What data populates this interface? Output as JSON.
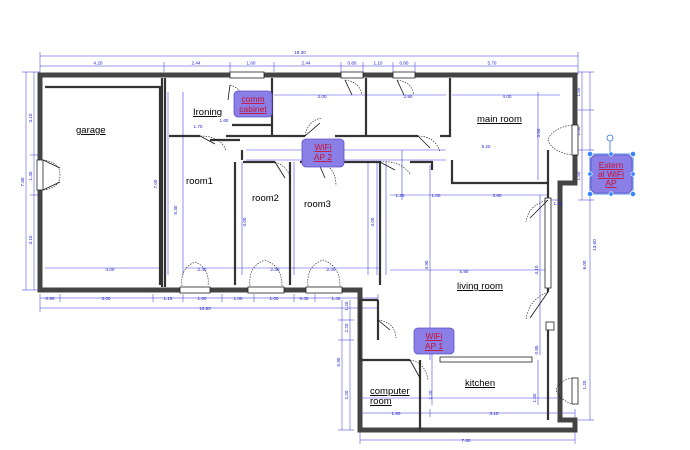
{
  "rooms": {
    "garage": "garage",
    "ironing": "Ironing",
    "room1": "room1",
    "room2": "room2",
    "room3": "room3",
    "main_room": "main room",
    "living_room": "living room",
    "kitchen": "kitchen",
    "computer_room_1": "computer",
    "computer_room_2": "room"
  },
  "badges": {
    "comm_cabinet_1": "comm",
    "comm_cabinet_2": "cabinet",
    "wifi_ap2_1": "WiFi",
    "wifi_ap2_2": "AP 2",
    "wifi_ap1_1": "WiFi",
    "wifi_ap1_2": "AP 1",
    "extern_1": "Extern",
    "extern_2": "al WiFi",
    "extern_3": "AP"
  },
  "dimensions": {
    "overall_width": "19.30",
    "top_garage": "4.20",
    "top_ironing": "2.44",
    "top_1": "1.60",
    "top_2": "2.44",
    "top_3": "0.80",
    "top_4": "1.10",
    "top_5": "0.80",
    "top_6": "5.70",
    "comm_depth": "3.00",
    "hall_1": "2.90",
    "main_room_w": "4.00",
    "corridor": "5.20",
    "side_1": "1.20",
    "side_2": "1.00",
    "side_3": "3.60",
    "room_width_1": "2.30",
    "room_width_2": "2.30",
    "room_width_3": "2.30",
    "living_w": "5.90",
    "bottom_0": "0.90",
    "bottom_1": "3.00",
    "bottom_2": "1.15",
    "bottom_3": "1.60",
    "bottom_4": "1.00",
    "bottom_5": "1.00",
    "bottom_6": "0.45",
    "bottom_7": "1.40",
    "bottom_total": "10.80",
    "garage_inner": "4.00",
    "kitchen_1": "1.80",
    "kitchen_2": "3.10",
    "kitchen_total": "7.80",
    "left_1": "3.10",
    "left_2": "1.40",
    "left_3": "3.10",
    "left_total": "7.80",
    "garage_h": "7.00",
    "room1_h": "5.30",
    "room2_h": "4.00",
    "room3_h": "4.00",
    "living_h": "4.90",
    "right_1": "1.55",
    "right_2": "1.40",
    "right_3": "1.50",
    "right_total": "13.00",
    "right_4": "6.00",
    "right_5": "1.20",
    "main_h": "3.50",
    "living_r": "4.10",
    "lower_1": "2.20",
    "lower_2": "1.20",
    "lower_3": "5.90",
    "lower_4": "2.20",
    "lower_5": "1.50",
    "lower_6": "1.00",
    "lower_7": "0.85",
    "small_1": "1.70",
    "small_2": "1.60"
  },
  "colors": {
    "badge_fill": "#8a7fe6",
    "badge_text": "#c8102e",
    "dimension_blue": "#2222cc",
    "wall": "#444444"
  },
  "icons": [
    "door-swing-icon",
    "window-icon",
    "selection-handle-icon"
  ]
}
